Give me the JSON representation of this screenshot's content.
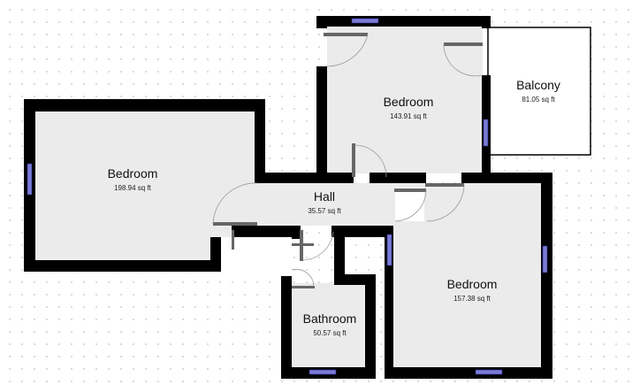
{
  "colors": {
    "floor": "#ebebeb",
    "wall": "#000000",
    "door": "#666666",
    "window": "#7b7bd6"
  },
  "rooms": [
    {
      "name": "Bedroom",
      "area": "198.94 sq ft"
    },
    {
      "name": "Bedroom",
      "area": "143.91 sq ft"
    },
    {
      "name": "Balcony",
      "area": "81.05 sq ft"
    },
    {
      "name": "Hall",
      "area": "35.57 sq ft"
    },
    {
      "name": "Bathroom",
      "area": "50.57 sq ft"
    },
    {
      "name": "Bedroom",
      "area": "157.38 sq ft"
    }
  ]
}
